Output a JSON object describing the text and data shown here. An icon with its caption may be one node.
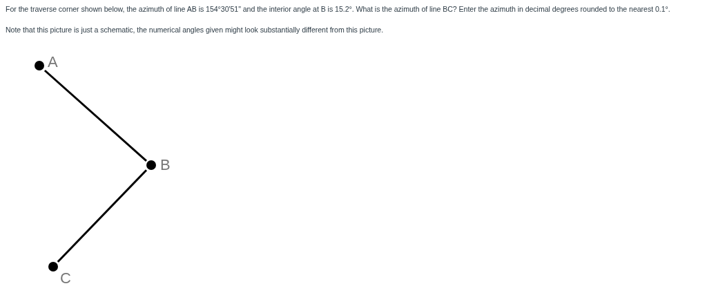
{
  "diagram": {
    "nodes": [
      {
        "text": [
          "A"
        ]
      },
      {
        "text": [
          "B"
        ]
      },
      {
        "text": [
          "C"
        ]
      }
    ],
    "edges": [
      {
        "from": 0,
        "to": 1,
        "arrow": "none"
      },
      {
        "from": 1,
        "to": 2,
        "arrow": "none"
      }
    ],
    "labels": [
      "For the traverse corner shown below, the azimuth of line AB is 154°30'51\" and the interior angle at B is 15.2°. What is the azimuth of line BC? Enter the azimuth in decimal degrees rounded to the nearest 0.1°.",
      "Note that this picture is just a schematic, the numerical angles given might look substantially different from this picture."
    ]
  }
}
